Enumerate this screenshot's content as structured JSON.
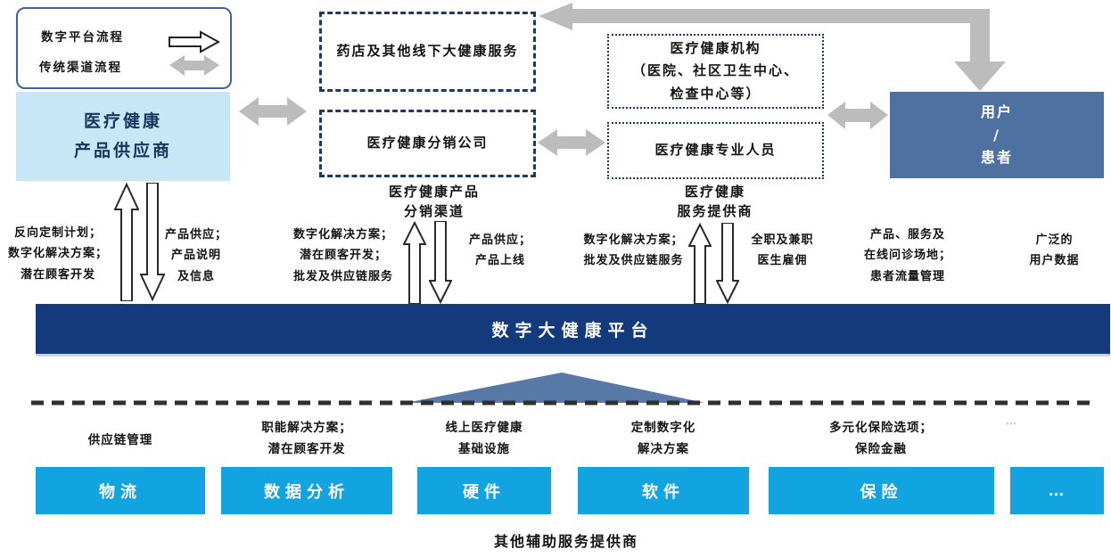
{
  "legend": {
    "digital": "数字平台流程",
    "traditional": "传统渠道流程"
  },
  "boxes": {
    "supplier": "医疗健康\n产品供应商",
    "pharmacy": "药店及其他线下大健康服务",
    "distributor": "医疗健康分销公司",
    "institutions": "医疗健康机构\n（医院、社区卫生中心、\n检查中心等）",
    "professionals": "医疗健康专业人员",
    "users": "用户\n/\n患者",
    "platform": "数字大健康平台"
  },
  "section_labels": {
    "distribution": "医疗健康产品\n分销渠道",
    "service": "医疗健康\n服务提供商"
  },
  "flow_labels": [
    "反向定制计划；\n数字化解决方案；\n潜在顾客开发",
    "产品供应；\n产品说明\n及信息",
    "数字化解决方案；\n潜在顾客开发；\n批发及供应链服务",
    "产品供应；\n产品上线",
    "数字化解决方案；\n批发及供应链服务",
    "全职及兼职\n医生雇佣",
    "产品、服务及\n在线问诊场地；\n患者流量管理",
    "广泛的\n用户数据"
  ],
  "support": {
    "labels": [
      "供应链管理",
      "职能解决方案；\n潜在顾客开发",
      "线上医疗健康\n基础设施",
      "定制数字化\n解决方案",
      "多元化保险选项；\n保险金融",
      "⋯"
    ],
    "boxes": [
      "物流",
      "数据分析",
      "硬件",
      "软件",
      "保险",
      "…"
    ],
    "caption": "其他辅助服务提供商"
  },
  "icons": {
    "digital_flow": "outlined-right-arrow",
    "traditional_flow": "gray-double-arrow"
  },
  "colors": {
    "navy_border": "#1f3864",
    "platform_bar": "#133a7c",
    "supplier_fill": "#c7e6f6",
    "users_fill": "#4e71a1",
    "support_fill": "#12a4e0",
    "arrow_gray": "#bcbcbc",
    "funnel_triangle": "#5878a8"
  }
}
